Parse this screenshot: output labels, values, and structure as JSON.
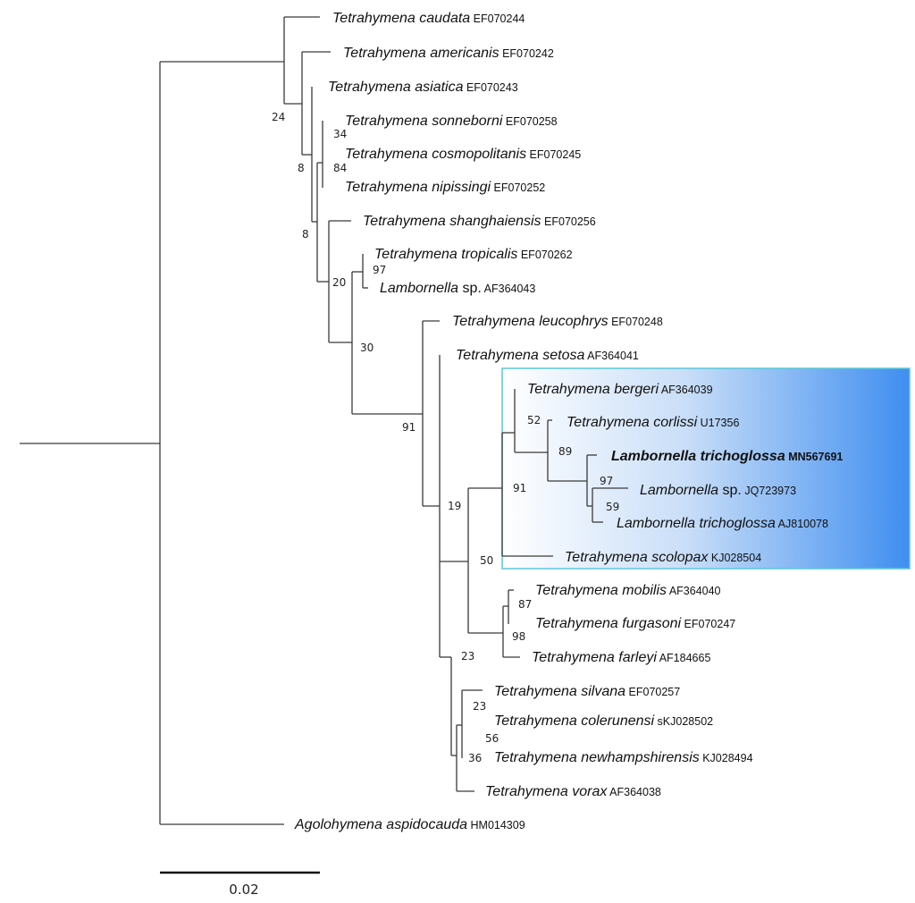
{
  "figure": {
    "type": "phylogenetic-tree",
    "highlight": {
      "gradient_start": "#ffffff",
      "gradient_end": "#3f8ef0",
      "border": "#5cc6d8",
      "taxa": [
        "Tetrahymena bergeri",
        "Tetrahymena corlissi",
        "Lambornella trichoglossa MN567691",
        "Lambornella sp. JQ723973",
        "Lambornella trichoglossa AJ810078",
        "Tetrahymena scolopax"
      ]
    },
    "scale_bar": {
      "label": "0.02",
      "value": 0.02
    },
    "taxa": [
      {
        "id": "t1",
        "genus_species": "Tetrahymena caudata",
        "rest": "",
        "accession": "EF070244"
      },
      {
        "id": "t2",
        "genus_species": "Tetrahymena americanis",
        "rest": "",
        "accession": "EF070242"
      },
      {
        "id": "t3",
        "genus_species": "Tetrahymena asiatica",
        "rest": "",
        "accession": "EF070243"
      },
      {
        "id": "t4",
        "genus_species": "Tetrahymena sonneborni",
        "rest": "",
        "accession": "EF070258"
      },
      {
        "id": "t5",
        "genus_species": "Tetrahymena cosmopolitanis",
        "rest": "",
        "accession": "EF070245"
      },
      {
        "id": "t6",
        "genus_species": "Tetrahymena nipissingi",
        "rest": "",
        "accession": "EF070252"
      },
      {
        "id": "t7",
        "genus_species": "Tetrahymena shanghaiensis",
        "rest": "",
        "accession": "EF070256"
      },
      {
        "id": "t8",
        "genus_species": "Tetrahymena tropicalis",
        "rest": "",
        "accession": "EF070262"
      },
      {
        "id": "t9",
        "genus_species": "Lambornella",
        "rest": " sp.",
        "accession": "AF364043"
      },
      {
        "id": "t10",
        "genus_species": "Tetrahymena leucophrys",
        "rest": "",
        "accession": "EF070248"
      },
      {
        "id": "t11",
        "genus_species": "Tetrahymena setosa",
        "rest": "",
        "accession": "AF364041"
      },
      {
        "id": "t12",
        "genus_species": "Tetrahymena bergeri",
        "rest": "",
        "accession": "AF364039"
      },
      {
        "id": "t13",
        "genus_species": "Tetrahymena corlissi",
        "rest": "",
        "accession": "U17356"
      },
      {
        "id": "t14",
        "genus_species": "Lambornella trichoglossa",
        "rest": "",
        "accession": "MN567691",
        "bold": true
      },
      {
        "id": "t15",
        "genus_species": "Lambornella",
        "rest": " sp.",
        "accession": "JQ723973"
      },
      {
        "id": "t16",
        "genus_species": "Lambornella trichoglossa",
        "rest": "",
        "accession": "AJ810078"
      },
      {
        "id": "t17",
        "genus_species": "Tetrahymena scolopax",
        "rest": "",
        "accession": "KJ028504"
      },
      {
        "id": "t18",
        "genus_species": "Tetrahymena mobilis",
        "rest": "",
        "accession": "AF364040"
      },
      {
        "id": "t19",
        "genus_species": "Tetrahymena furgasoni",
        "rest": "",
        "accession": "EF070247"
      },
      {
        "id": "t20",
        "genus_species": "Tetrahymena farleyi",
        "rest": "",
        "accession": "AF184665"
      },
      {
        "id": "t21",
        "genus_species": "Tetrahymena silvana",
        "rest": "",
        "accession": "EF070257"
      },
      {
        "id": "t22",
        "genus_species": "Tetrahymena colerunensi",
        "rest": "",
        "accession": "sKJ028502"
      },
      {
        "id": "t23",
        "genus_species": "Tetrahymena newhampshirensis",
        "rest": "",
        "accession": "KJ028494"
      },
      {
        "id": "t24",
        "genus_species": "Tetrahymena vorax",
        "rest": "",
        "accession": "AF364038"
      },
      {
        "id": "t25",
        "genus_species": "Agolohymena aspidocauda",
        "rest": "",
        "accession": "HM014309"
      }
    ],
    "support_values": [
      "24",
      "34",
      "8",
      "84",
      "8",
      "97",
      "20",
      "30",
      "91",
      "52",
      "89",
      "97",
      "91",
      "59",
      "19",
      "50",
      "87",
      "98",
      "23",
      "23",
      "56",
      "36"
    ]
  }
}
